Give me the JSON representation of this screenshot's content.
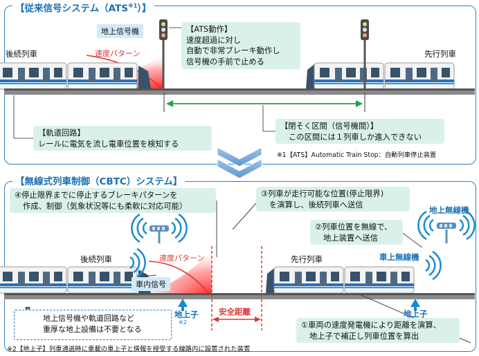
{
  "top": {
    "title": "【従来信号システム（ATS",
    "title_mark": "※1",
    "title_end": "）】",
    "following_train": "後続列車",
    "preceding_train": "先行列車",
    "signal": "地上信号機",
    "speed_pattern": "速度パターン",
    "ats_box": [
      "【ATS動作】",
      "速度超過に対し",
      "自動で非常ブレーキ動作し",
      "信号機の手前で止める"
    ],
    "circuit_box": [
      "【軌道回路】",
      "レールに電気を流し電車位置を検知する"
    ],
    "block_box": [
      "【閉そく区間（信号機間）】",
      "この区間には１列車しか進入できない"
    ],
    "note1": "※1【ATS】Automatic Train Stop：自動列車停止装置"
  },
  "bottom": {
    "title": "【無線式列車制御（CBTC）システム】",
    "box4": [
      "④停止限界までに停止するブレーキパターンを",
      "作成、制御（気象状況等にも柔軟に対応可能）"
    ],
    "box3": [
      "③列車が走行可能な位置(停止限界)",
      "を演算し、後続列車へ送信"
    ],
    "ground_radio": "地上無線機",
    "box2": [
      "②列車位置を無線で、",
      "地上装置へ送信"
    ],
    "onboard_radio": "車上無線機",
    "following_train": "後続列車",
    "preceding_train": "先行列車",
    "incab_signal": "車内信号",
    "speed_pattern": "速度パターン",
    "transponder": "地上子",
    "transponder_note": "※2",
    "transponder2": "地上子",
    "safety_distance": "安全距離",
    "no_need_box": [
      "地上信号機や軌道回路など",
      "重厚な地上設備は不要となる"
    ],
    "box1": [
      "①車両の速度発電機により距離を演算、",
      "地上子で補正し列車位置を算出"
    ],
    "note2": "※2【地上子】列車通過時に車載の車上子と情報を授受する線路内に設置された装置"
  },
  "colors": {
    "frame": "#2f7fc1",
    "accent_blue": "#1a6fb4",
    "green_box": "#daf1e9",
    "red": "#e23333",
    "green_arrow": "#1fa34a"
  }
}
